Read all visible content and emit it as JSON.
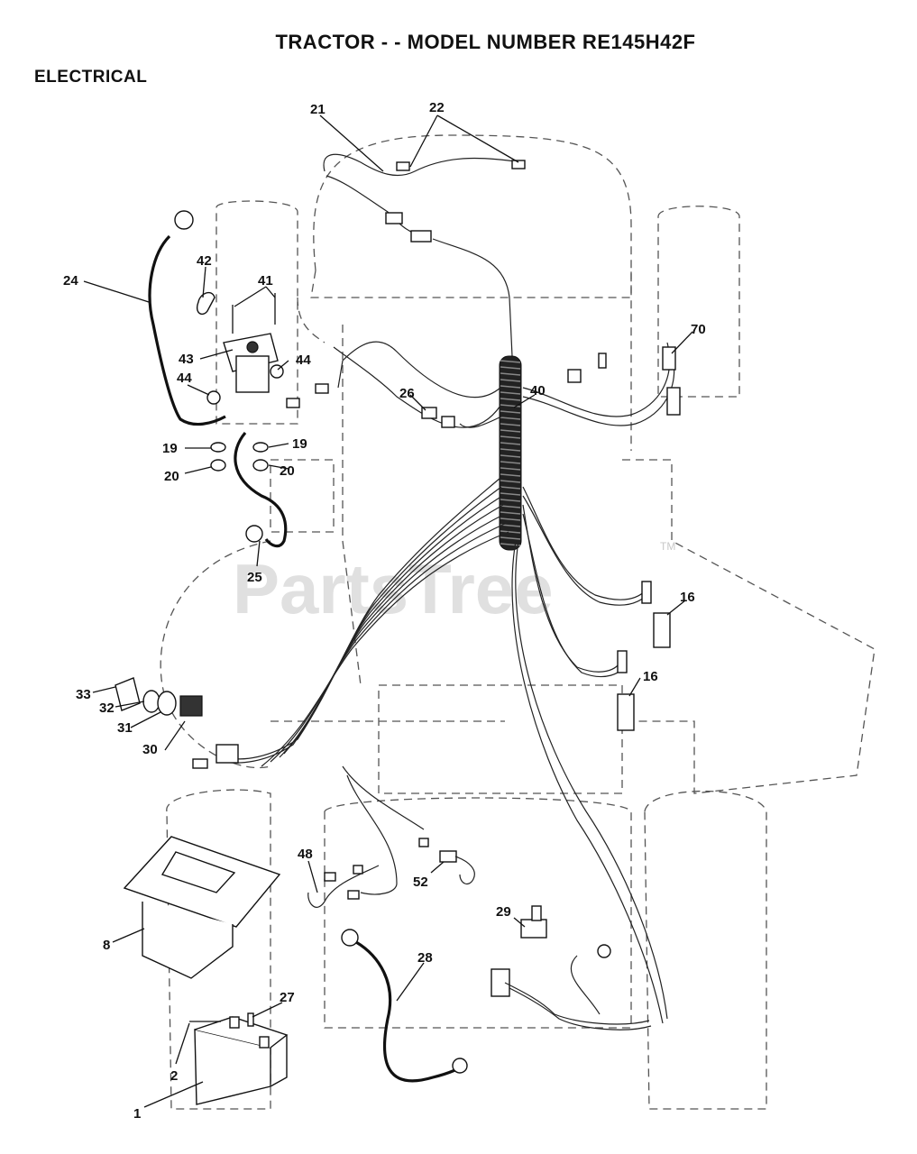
{
  "header": {
    "title": "TRACTOR - - MODEL NUMBER RE145H42F",
    "section": "ELECTRICAL"
  },
  "watermark": {
    "text": "PartsTree",
    "trademark": "TM"
  },
  "callouts": [
    {
      "id": "c21",
      "label": "21"
    },
    {
      "id": "c22",
      "label": "22"
    },
    {
      "id": "c42",
      "label": "42"
    },
    {
      "id": "c41",
      "label": "41"
    },
    {
      "id": "c24",
      "label": "24"
    },
    {
      "id": "c43",
      "label": "43"
    },
    {
      "id": "c44a",
      "label": "44"
    },
    {
      "id": "c44b",
      "label": "44"
    },
    {
      "id": "c70",
      "label": "70"
    },
    {
      "id": "c26",
      "label": "26"
    },
    {
      "id": "c40",
      "label": "40"
    },
    {
      "id": "c19a",
      "label": "19"
    },
    {
      "id": "c19b",
      "label": "19"
    },
    {
      "id": "c20a",
      "label": "20"
    },
    {
      "id": "c20b",
      "label": "20"
    },
    {
      "id": "c25",
      "label": "25"
    },
    {
      "id": "c16a",
      "label": "16"
    },
    {
      "id": "c16b",
      "label": "16"
    },
    {
      "id": "c33",
      "label": "33"
    },
    {
      "id": "c32",
      "label": "32"
    },
    {
      "id": "c31",
      "label": "31"
    },
    {
      "id": "c30",
      "label": "30"
    },
    {
      "id": "c48",
      "label": "48"
    },
    {
      "id": "c52",
      "label": "52"
    },
    {
      "id": "c8",
      "label": "8"
    },
    {
      "id": "c29",
      "label": "29"
    },
    {
      "id": "c28",
      "label": "28"
    },
    {
      "id": "c27",
      "label": "27"
    },
    {
      "id": "c2",
      "label": "2"
    },
    {
      "id": "c1",
      "label": "1"
    }
  ]
}
